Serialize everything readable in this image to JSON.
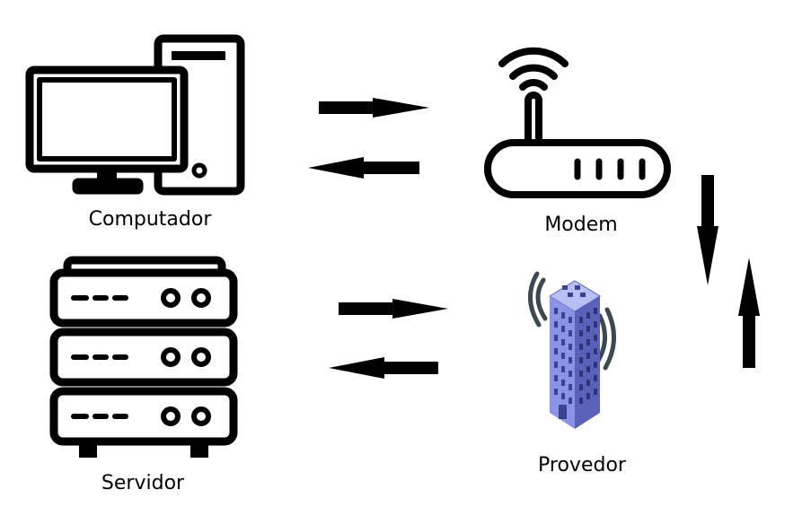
{
  "nodes": {
    "computer": {
      "label": "Computador",
      "icon": "desktop-computer-icon"
    },
    "modem": {
      "label": "Modem",
      "icon": "wifi-router-icon"
    },
    "server": {
      "label": "Servidor",
      "icon": "server-rack-icon"
    },
    "provider": {
      "label": "Provedor",
      "icon": "building-antenna-icon"
    }
  },
  "edges": [
    {
      "from": "computer",
      "to": "modem",
      "direction": "right"
    },
    {
      "from": "modem",
      "to": "computer",
      "direction": "left"
    },
    {
      "from": "modem",
      "to": "provider",
      "direction": "down"
    },
    {
      "from": "provider",
      "to": "modem",
      "direction": "up"
    },
    {
      "from": "server",
      "to": "provider",
      "direction": "right"
    },
    {
      "from": "provider",
      "to": "server",
      "direction": "left"
    }
  ],
  "colors": {
    "line": "#000000",
    "building_front": "#8a93e6",
    "building_side": "#5a61b8",
    "building_top": "#b9bff2",
    "building_window": "#3b4290",
    "signal": "#3a4a52"
  }
}
